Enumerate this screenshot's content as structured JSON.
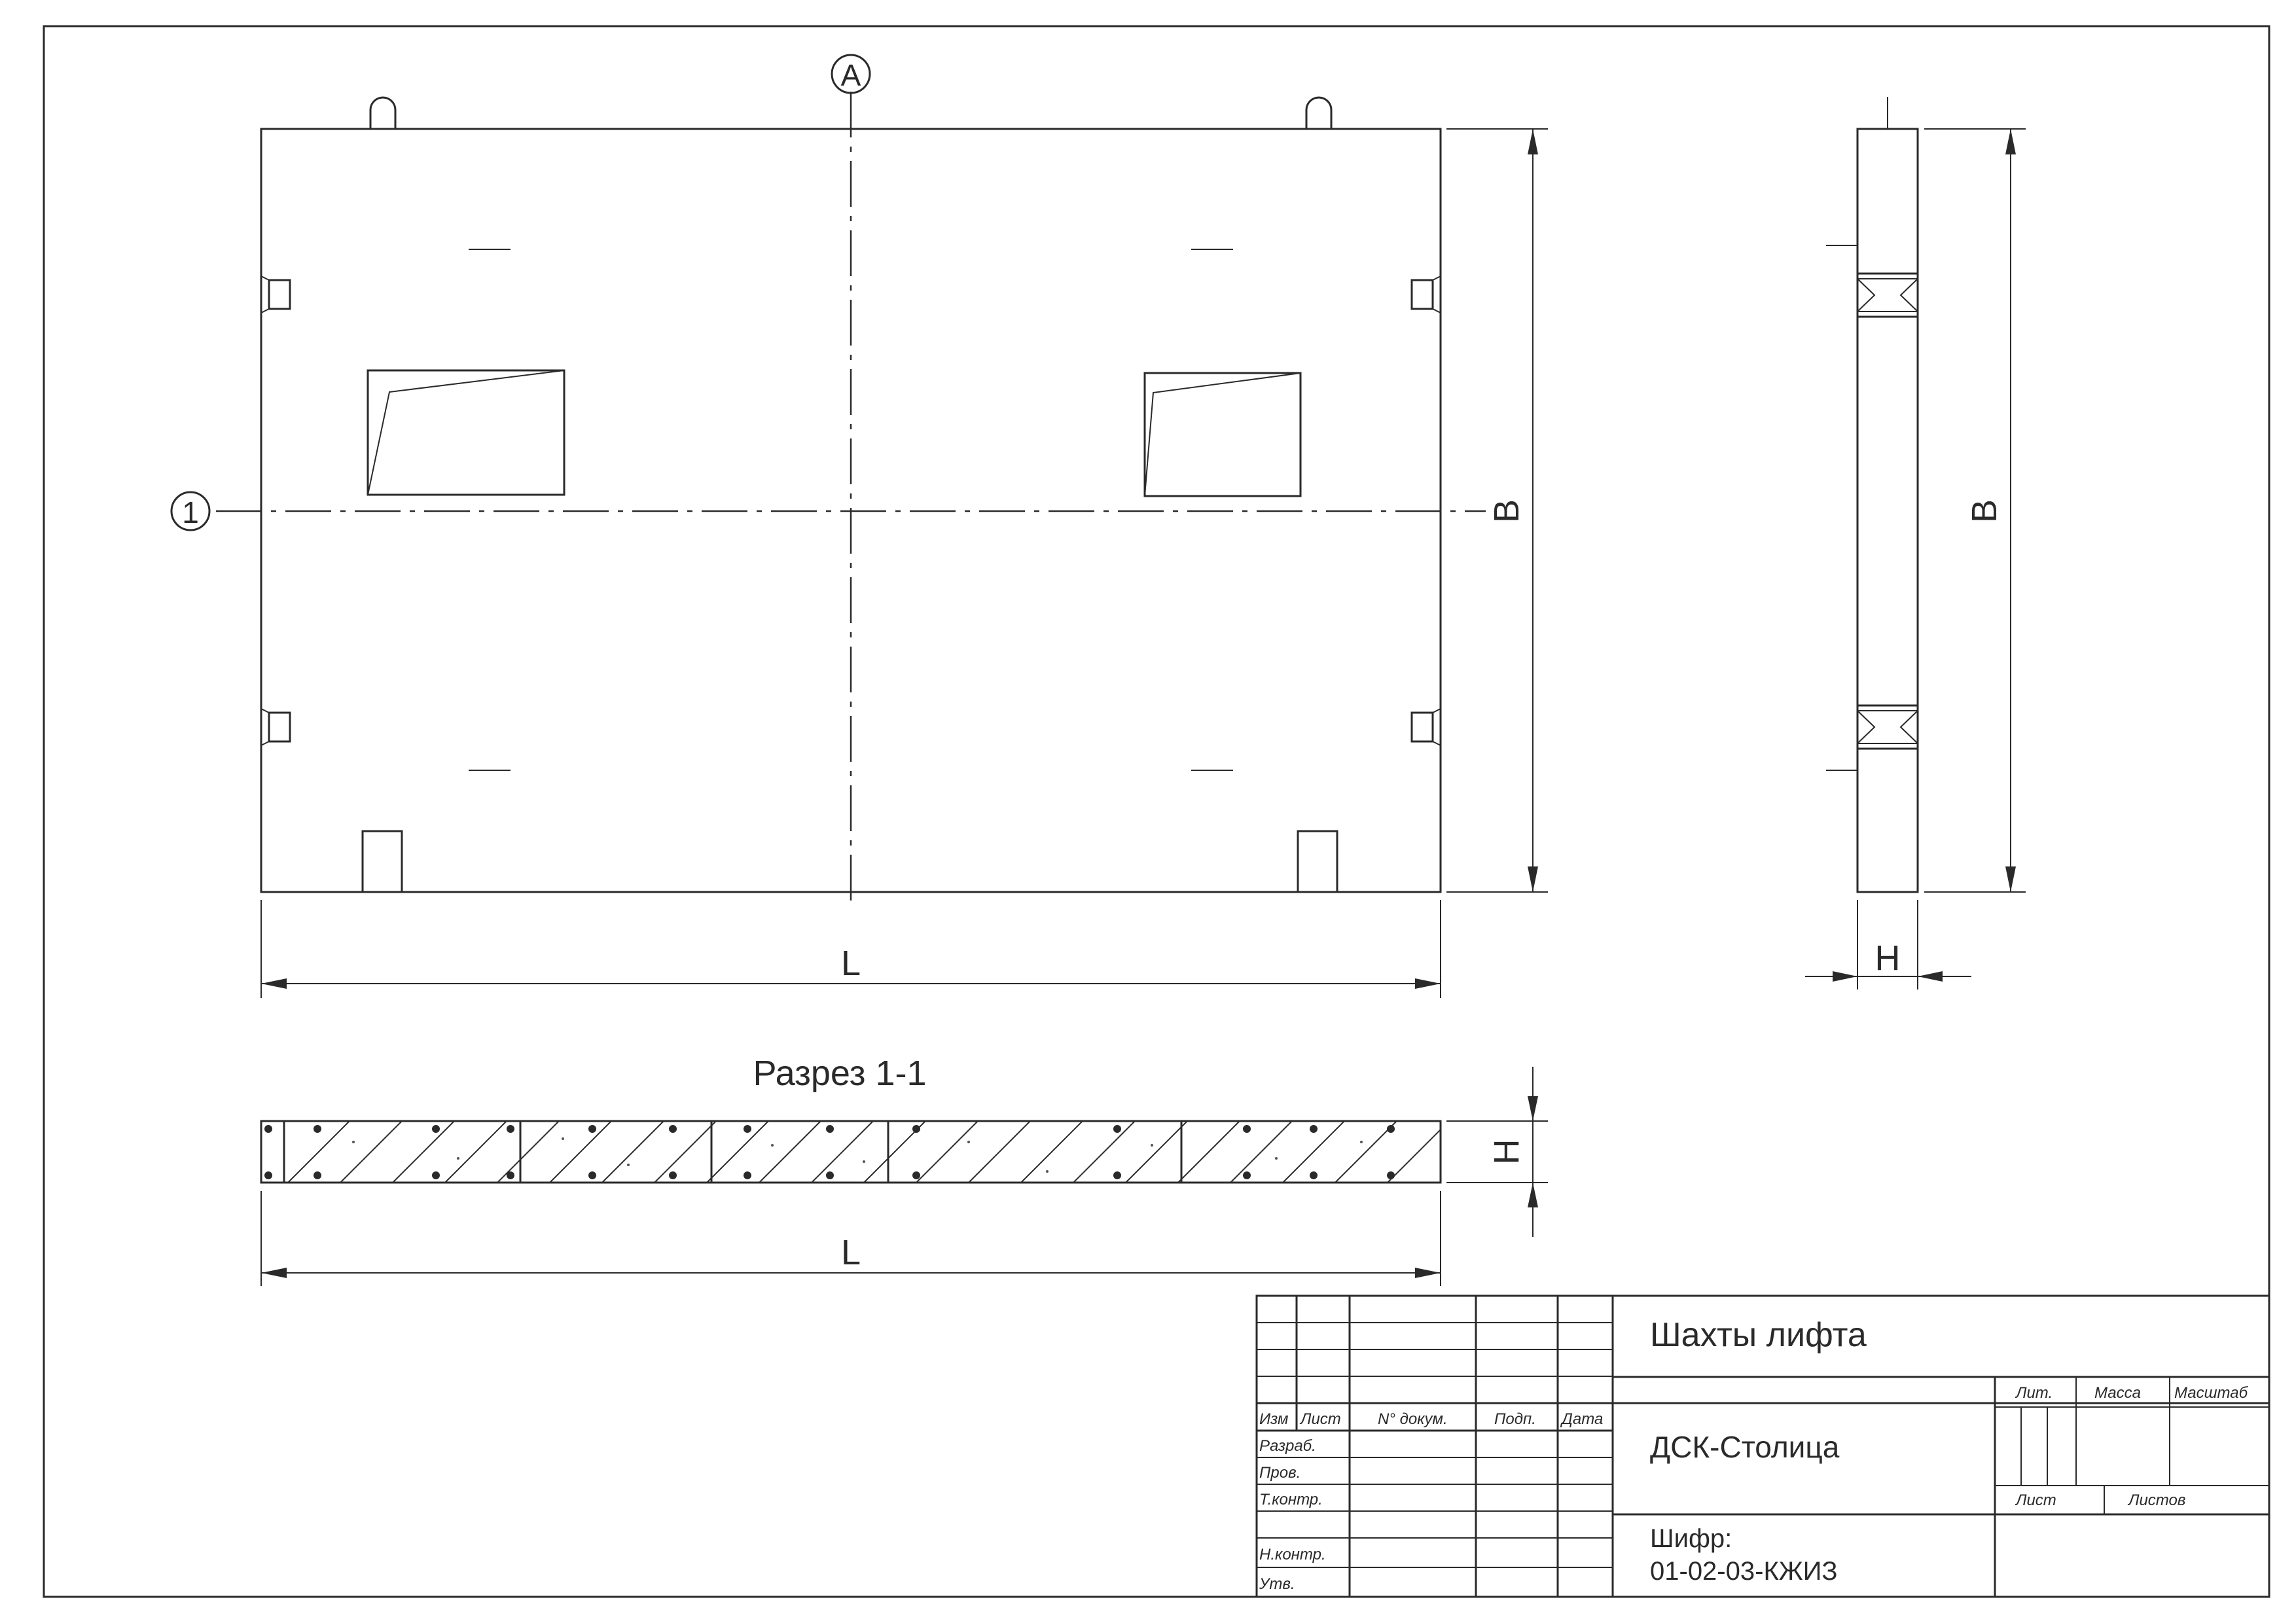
{
  "drawing": {
    "axis_a": "A",
    "axis_1": "1",
    "dim_length": "L",
    "dim_height": "B",
    "dim_thickness": "H",
    "section_title": "Разрез 1-1"
  },
  "title_block": {
    "title": "Шахты лифта",
    "organization": "ДСК-Столица",
    "code_label": "Шифр:",
    "code_value": "01-02-03-КЖИЗ",
    "col_headers": [
      "Изм",
      "Лист",
      "N° докум.",
      "Подп.",
      "Дата"
    ],
    "row_labels": [
      "Разраб.",
      "Пров.",
      "Т.контр.",
      "",
      "Н.контр.",
      "Утв."
    ],
    "lit_label": "Лит.",
    "mass_label": "Масса",
    "scale_label": "Масштаб",
    "sheet_label": "Лист",
    "sheets_label": "Листов"
  }
}
